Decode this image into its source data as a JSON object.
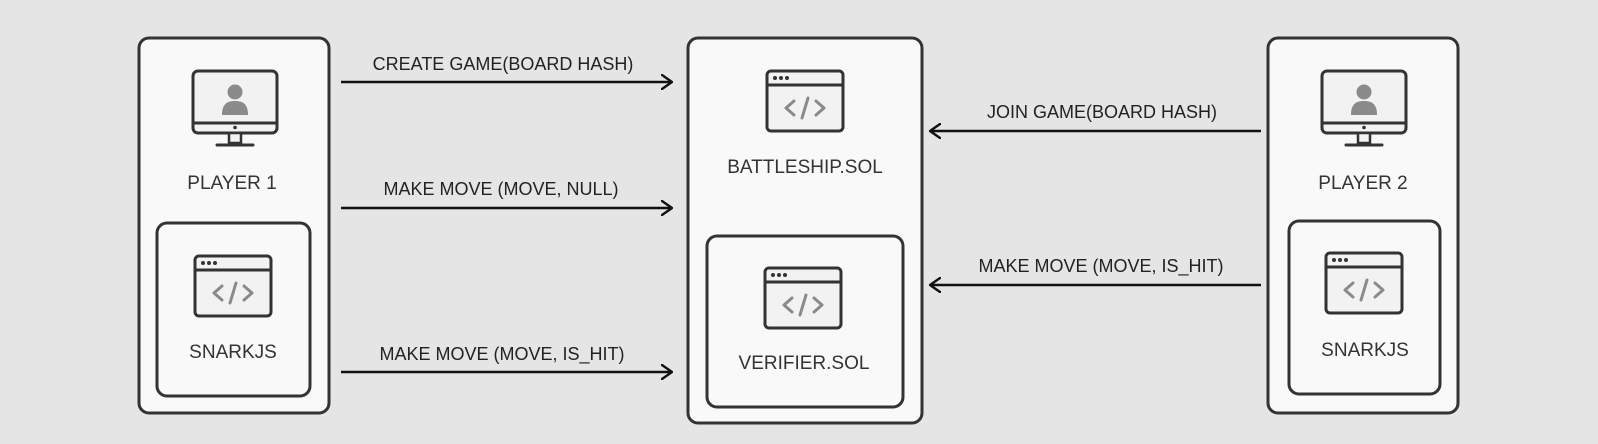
{
  "diagram": {
    "player1": {
      "label": "PLAYER 1",
      "icon": "monitor-user-icon"
    },
    "player2": {
      "label": "PLAYER 2",
      "icon": "monitor-user-icon"
    },
    "snarkjs_left": {
      "label": "SNARKJS",
      "icon": "code-window-icon"
    },
    "snarkjs_right": {
      "label": "SNARKJS",
      "icon": "code-window-icon"
    },
    "battleship": {
      "label": "BATTLESHIP.SOL",
      "icon": "code-window-icon"
    },
    "verifier": {
      "label": "VERIFIER.SOL",
      "icon": "code-window-icon"
    },
    "arrows": {
      "create_game": "CREATE GAME(BOARD HASH)",
      "make_move_p1_null": "MAKE MOVE (MOVE, NULL)",
      "make_move_p1_hit": "MAKE MOVE (MOVE, IS_HIT)",
      "join_game": "JOIN GAME(BOARD HASH)",
      "make_move_p2_hit": "MAKE MOVE (MOVE, IS_HIT)"
    }
  },
  "colors": {
    "background": "#e5e5e5",
    "box_fill": "#f8f9f8",
    "stroke": "#333333",
    "icon_fill": "#f2f2f2",
    "icon_gray": "#8a8a8a"
  }
}
